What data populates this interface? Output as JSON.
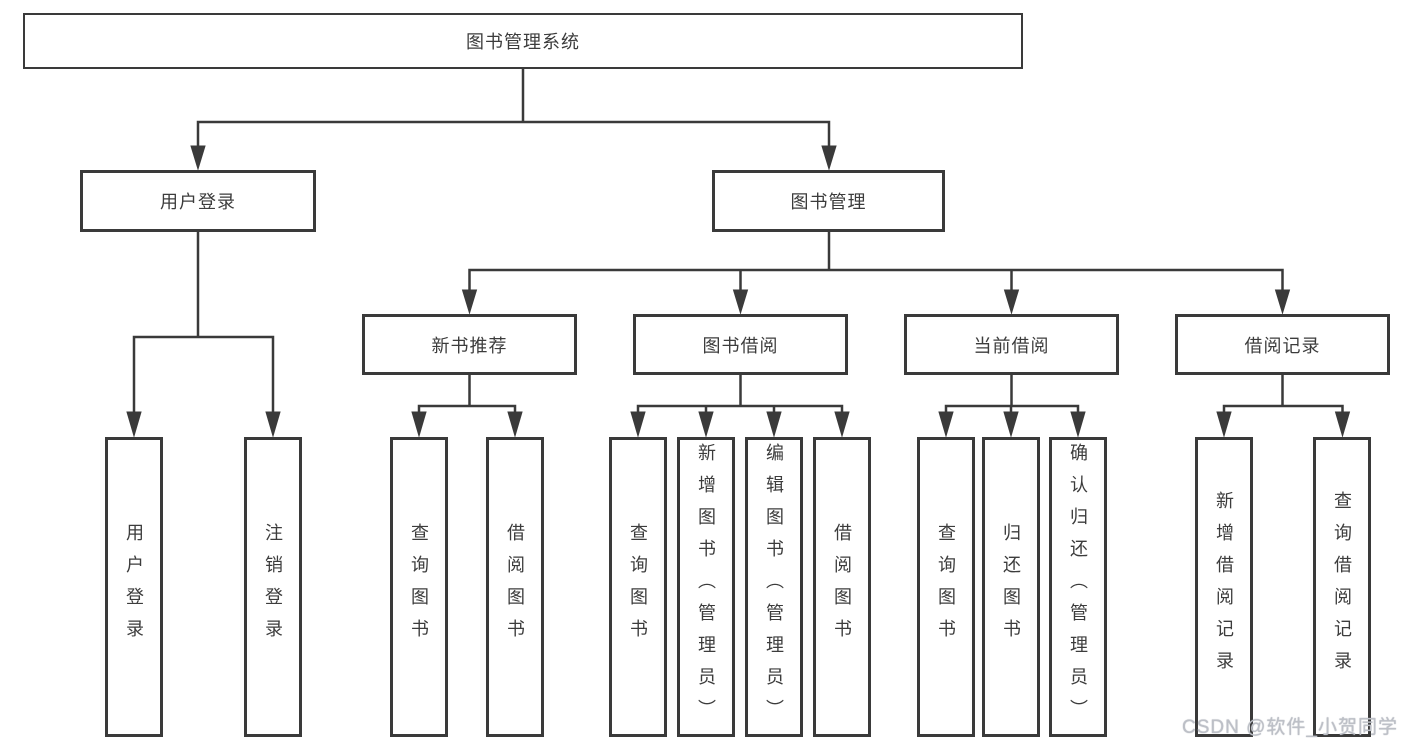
{
  "tree": {
    "label": "图书管理系统",
    "children": [
      {
        "label": "用户登录",
        "children": [
          {
            "label": "用户登录"
          },
          {
            "label": "注销登录"
          }
        ]
      },
      {
        "label": "图书管理",
        "children": [
          {
            "label": "新书推荐",
            "children": [
              {
                "label": "查询图书"
              },
              {
                "label": "借阅图书"
              }
            ]
          },
          {
            "label": "图书借阅",
            "children": [
              {
                "label": "查询图书"
              },
              {
                "label": "新增图书（管理员）"
              },
              {
                "label": "编辑图书（管理员）"
              },
              {
                "label": "借阅图书"
              }
            ]
          },
          {
            "label": "当前借阅",
            "children": [
              {
                "label": "查询图书"
              },
              {
                "label": "归还图书"
              },
              {
                "label": "确认归还（管理员）"
              }
            ]
          },
          {
            "label": "借阅记录",
            "children": [
              {
                "label": "新增借阅记录"
              },
              {
                "label": "查询借阅记录"
              }
            ]
          }
        ]
      }
    ]
  },
  "watermark": {
    "text": "CSDN @软件_小贺同学"
  },
  "colors": {
    "line": "#3a3a3a",
    "text": "#3c3c3c",
    "background": "#ffffff",
    "watermark": "#bdc0c7"
  }
}
